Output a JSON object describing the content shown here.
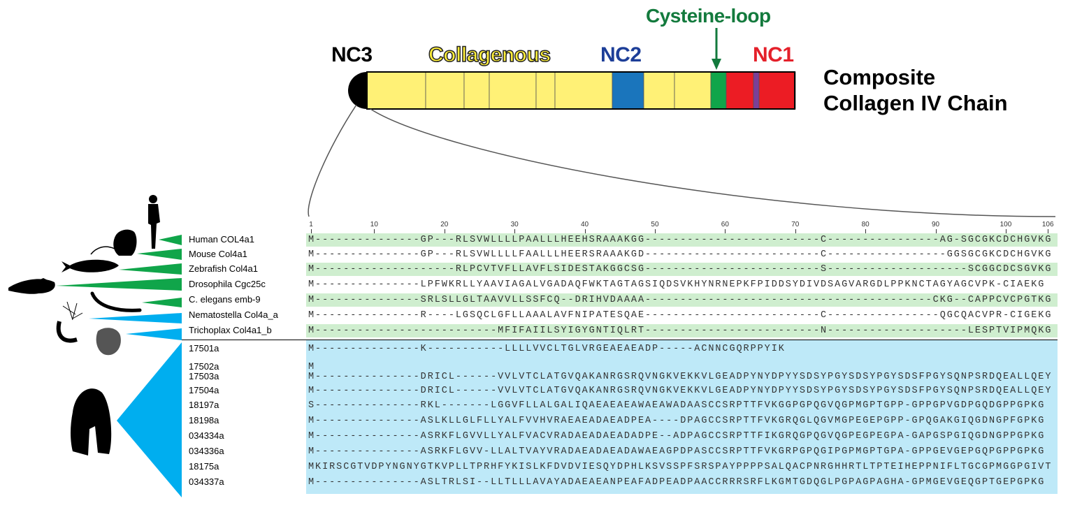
{
  "title": {
    "line1": "Composite",
    "line2": "Collagen IV Chain"
  },
  "domains": {
    "nc3": "NC3",
    "collagenous": "Collagenous",
    "nc2": "NC2",
    "nc1": "NC1",
    "cysteine_loop": "Cysteine-loop"
  },
  "colors": {
    "collagenous": "#fff176",
    "nc2": "#1a75bc",
    "cysteine_loop": "#10a54a",
    "nc1": "#ec1c24",
    "purple_band": "#7b3f98",
    "nc3": "#000000",
    "vertebrate_wedge": "#10a54a",
    "basal_wedge": "#00aeef",
    "row_green": "#cfeecf",
    "row_blue": "#bee9f8"
  },
  "chain_segments": [
    {
      "type": "nc3",
      "color": "#000000"
    },
    {
      "type": "collagenous",
      "color": "#fff176"
    },
    {
      "type": "collagenous",
      "color": "#fff176"
    },
    {
      "type": "collagenous",
      "color": "#fff176"
    },
    {
      "type": "collagenous",
      "color": "#fff176"
    },
    {
      "type": "collagenous",
      "color": "#fff176"
    },
    {
      "type": "collagenous",
      "color": "#fff176"
    },
    {
      "type": "nc2",
      "color": "#1a75bc"
    },
    {
      "type": "collagenous",
      "color": "#fff176"
    },
    {
      "type": "collagenous",
      "color": "#fff176"
    },
    {
      "type": "cysteine_loop",
      "color": "#10a54a"
    },
    {
      "type": "nc1",
      "color": "#ec1c24"
    },
    {
      "type": "purple_band",
      "color": "#7b3f98"
    },
    {
      "type": "nc1",
      "color": "#ec1c24"
    }
  ],
  "ruler": {
    "ticks": [
      "1",
      "10",
      "20",
      "30",
      "40",
      "50",
      "60",
      "70",
      "80",
      "90",
      "100",
      "106"
    ],
    "positions": [
      1,
      10,
      20,
      30,
      40,
      50,
      60,
      70,
      80,
      90,
      100,
      106
    ],
    "length": 106
  },
  "sequences": [
    {
      "name": "Human COL4a1",
      "group": "green",
      "shaded": true,
      "seq": "M---------------GP---RLSVWLLLLPAALLLHEEHSRAAAKGG-------------------------C----------------AG-SGCGKCDCHGVKG"
    },
    {
      "name": "Mouse Col4a1",
      "group": "green",
      "shaded": false,
      "seq": "M---------------GP---RLSVWLLLLFAALLLHEERSRAAAKGD-------------------------C-----------------GGSGCGKCDCHGVKG"
    },
    {
      "name": "Zebrafish Col4a1",
      "group": "green",
      "shaded": true,
      "seq": "M--------------------RLPCVTVFLLAVFLSIDESTAKGGCSG-------------------------S--------------------SCGGCDCSGVKG"
    },
    {
      "name": "Drosophila Cgc25c",
      "group": "green",
      "shaded": false,
      "seq": "M---------------LPFWKRLLYAAVIAGALVGADAQFWKTAGTAGSIQDSVKHYNRNEPKFPIDDSYDIVDSAGVARGDLPPKNCTAGYAGCVPK-CIAEKG"
    },
    {
      "name": "C. elegans emb-9",
      "group": "green",
      "shaded": true,
      "seq": "M---------------SRLSLLGLTAAVVLLSSFCQ--DRIHVDAAAA-----------------------------------------CKG--CAPPCVCPGTKG"
    },
    {
      "name": "Nematostella Col4a_a",
      "group": "blue",
      "shaded": false,
      "seq": "M---------------R----LGSQCLGFLLAAALAVFNIPATESQAE-------------------------C----------------QGCQACVPR-CIGEKG"
    },
    {
      "name": "Trichoplax Col4a1_b",
      "group": "blue",
      "shaded": true,
      "seq": "M--------------------------MFIFAIILSYIGYGNTIQLRT-------------------------N--------------------LESPTVIPMQKG"
    },
    {
      "name": "17501a",
      "group": "sponge",
      "shaded": true,
      "seq": "M---------------K-----------LLLLVVCLTGLVRGEAEAEADP-----ACNNCGQRPPYIK"
    },
    {
      "name": "17502a",
      "group": "sponge",
      "shaded": true,
      "seq": "M"
    },
    {
      "name": "17503a",
      "group": "sponge",
      "shaded": true,
      "seq": "M---------------DRICL------VVLVTCLATGVQAKANRGSRQVNGKVEKKVLGEADPYNYDPYYSDSYPGYSDSYPGYSDSFPGYSQNPSRDQEALLQEY"
    },
    {
      "name": "17504a",
      "group": "sponge",
      "shaded": true,
      "seq": "M---------------DRICL------VVLVTCLATGVQAKANRGSRQVNGKVEKKVLGEADPYNYDPYYSDSYPGYSDSYPGYSDSFPGYSQNPSRDQEALLQEY"
    },
    {
      "name": "18197a",
      "group": "sponge",
      "shaded": true,
      "seq": "S---------------RKL-------LGGVFLLALGALIQAEAEAEAWAEAWADAASCCSRPTTFVKGGPGPQGVQGPMGPTGPP-GPPGPVGDPGQDGPPGPKG"
    },
    {
      "name": "18198a",
      "group": "sponge",
      "shaded": true,
      "seq": "M---------------ASLKLLGLFLLYALFVVHVRAEAEADAEADPEA----DPAGCCSRPTTFVKGRQGLQGVMGPEGEPGPP-GPQGAKGIQGDNGPFGPKG"
    },
    {
      "name": "034334a",
      "group": "sponge",
      "shaded": true,
      "seq": "M---------------ASRKFLGVVLLYALFVACVRADAEADAEADADPE--ADPAGCCSRPTTFIKGRQGPQGVQGPEGPEGPA-GAPGSPGIQGDNGPPGPKG"
    },
    {
      "name": "034336a",
      "group": "sponge",
      "shaded": true,
      "seq": "M---------------ASRKFLGVV-LLALTVAYVRADAEADAEADAWAEAGPDPASCCSRPTTFVKGRPGPQGIPGPMGPTGPA-GPPGEVGEPGQPGPPGPKG"
    },
    {
      "name": "18175a",
      "group": "sponge",
      "shaded": true,
      "seq": "MKIRSCGTVDPYNGNYGTKVPLLTPRHFYKISLKFDVDVIESQYDPHLKSVSSPFSRSPAYPPPPSALQACPNRGHHRTLTPTEIHEPPNIFLTGCGPMGGPGIVT"
    },
    {
      "name": "034337a",
      "group": "sponge",
      "shaded": true,
      "seq": "M---------------ASLTRLSI--LLTLLLAVAYADAEAEANPEAFADPEADPAACCRRRSRFLKGMTGDQGLPGPAGPAGHA-GPMGEVGEQGPTGEPGPKG"
    }
  ],
  "organisms": [
    "human-silhouette",
    "mouse-silhouette",
    "zebrafish-silhouette",
    "fly-silhouette",
    "nematode-silhouette",
    "sea-anemone-silhouette",
    "placozoan-silhouette",
    "sponge-silhouette"
  ]
}
